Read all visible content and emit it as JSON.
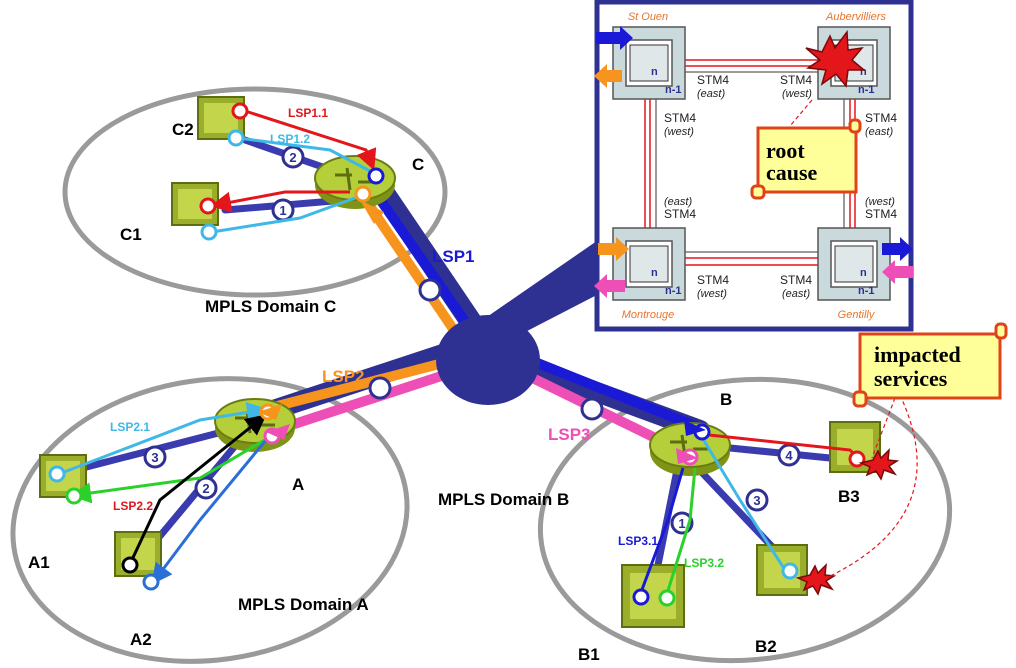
{
  "domains": {
    "a": "MPLS Domain A",
    "b": "MPLS Domain B",
    "c": "MPLS Domain C"
  },
  "routers": {
    "a": "A",
    "b": "B",
    "c": "C"
  },
  "nodes": {
    "a1": "A1",
    "a2": "A2",
    "b1": "B1",
    "b2": "B2",
    "b3": "B3",
    "c1": "C1",
    "c2": "C2"
  },
  "lsps": {
    "lsp1": "LSP1",
    "lsp2": "LSP2",
    "lsp3": "LSP3",
    "lsp1_1": "LSP1.1",
    "lsp1_2": "LSP1.2",
    "lsp2_1": "LSP2.1",
    "lsp2_2": "LSP2.2",
    "lsp3_1": "LSP3.1",
    "lsp3_2": "LSP3.2"
  },
  "link_numbers": {
    "one": "1",
    "two": "2",
    "three": "3",
    "four": "4"
  },
  "ring": {
    "sites": {
      "st_ouen": "St Ouen",
      "aubervilliers": "Aubervilliers",
      "montrouge": "Montrouge",
      "gentilly": "Gentilly"
    },
    "stm": "STM4",
    "east": "(east)",
    "west": "(west)",
    "n": "n",
    "n_minus_1": "n-1"
  },
  "callouts": {
    "root_cause_line1": "root",
    "root_cause_line2": "cause",
    "impacted_line1": "impacted",
    "impacted_line2": "services"
  },
  "colors": {
    "lsp1": "#1a1ad6",
    "lsp2": "#f7941d",
    "lsp3": "#ee4fb6",
    "navy": "#2e3192",
    "ellipse": "#9a9a9a",
    "router": "#b5cf3a",
    "callout_fill": "#ffff99",
    "callout_border": "#e0431a"
  }
}
